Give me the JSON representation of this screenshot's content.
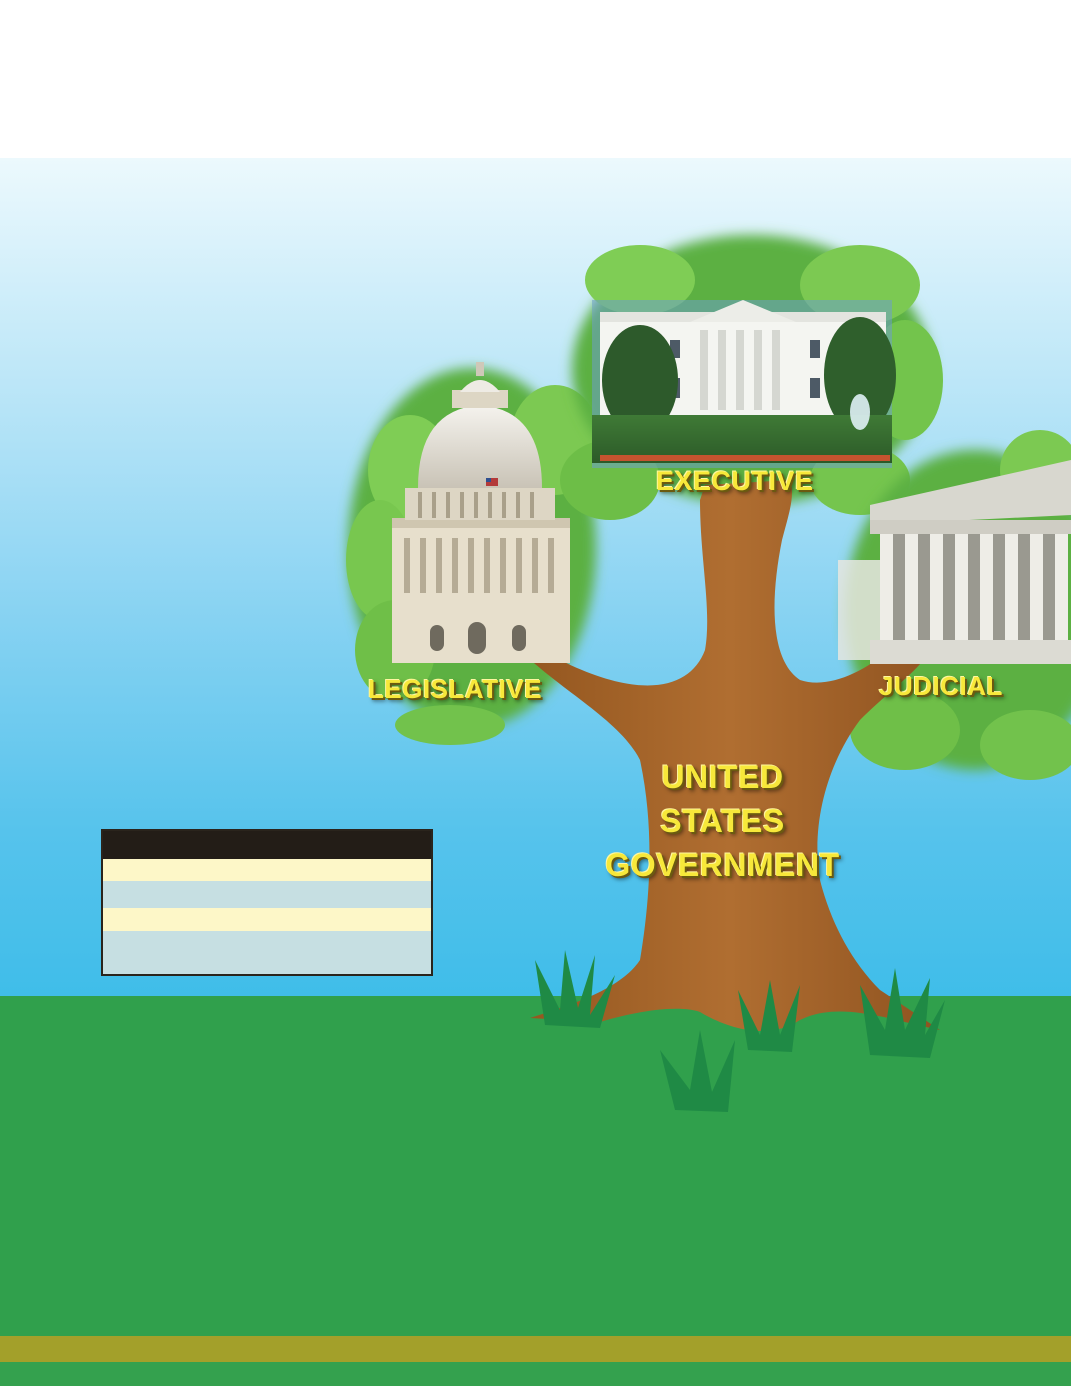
{
  "diagram": {
    "trunk_lines": [
      "UNITED",
      "STATES",
      "GOVERNMENT"
    ],
    "branches": {
      "executive": "EXECUTIVE",
      "legislative": "LEGISLATIVE",
      "judicial": "JUDICIAL"
    }
  },
  "table": {
    "header": "",
    "rows": [
      "",
      "",
      "",
      ""
    ]
  },
  "colors": {
    "sky_top": "#ecf9fd",
    "sky_bottom": "#3fbde9",
    "grass": "#30a04c",
    "trunk": "#a8672b",
    "foliage": "#6cc24a",
    "label": "#f7e83a",
    "stripe": "#a3a02a"
  }
}
